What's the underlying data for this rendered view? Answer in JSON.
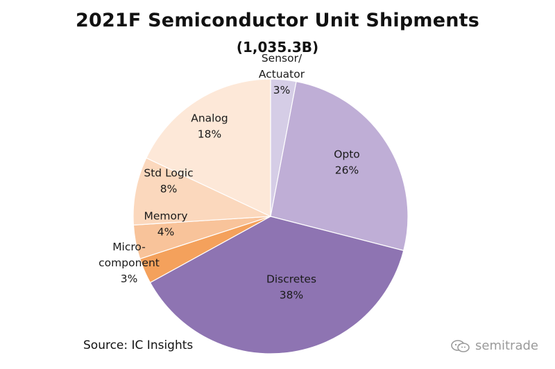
{
  "chart_data": {
    "type": "pie",
    "title": "2021F Semiconductor Unit Shipments",
    "subtitle": "(1,035.3B)",
    "slices": [
      {
        "name": "Sensor/ Actuator",
        "label_lines": [
          "Sensor/",
          "Actuator"
        ],
        "value": 3,
        "value_label": "3%",
        "color": "#d5cde6"
      },
      {
        "name": "Opto",
        "label_lines": [
          "Opto"
        ],
        "value": 26,
        "value_label": "26%",
        "color": "#bfaed6"
      },
      {
        "name": "Discretes",
        "label_lines": [
          "Discretes"
        ],
        "value": 38,
        "value_label": "38%",
        "color": "#8e74b2"
      },
      {
        "name": "Micro-component",
        "label_lines": [
          "Micro-",
          "component"
        ],
        "value": 3,
        "value_label": "3%",
        "color": "#f4a15c"
      },
      {
        "name": "Memory",
        "label_lines": [
          "Memory"
        ],
        "value": 4,
        "value_label": "4%",
        "color": "#f8c39a"
      },
      {
        "name": "Std Logic",
        "label_lines": [
          "Std Logic"
        ],
        "value": 8,
        "value_label": "8%",
        "color": "#fbd8bd"
      },
      {
        "name": "Analog",
        "label_lines": [
          "Analog"
        ],
        "value": 18,
        "value_label": "18%",
        "color": "#fde8d8"
      }
    ]
  },
  "source_text": "Source:  IC Insights",
  "watermark_text": "semitrade",
  "watermark_icon": "wechat-icon"
}
